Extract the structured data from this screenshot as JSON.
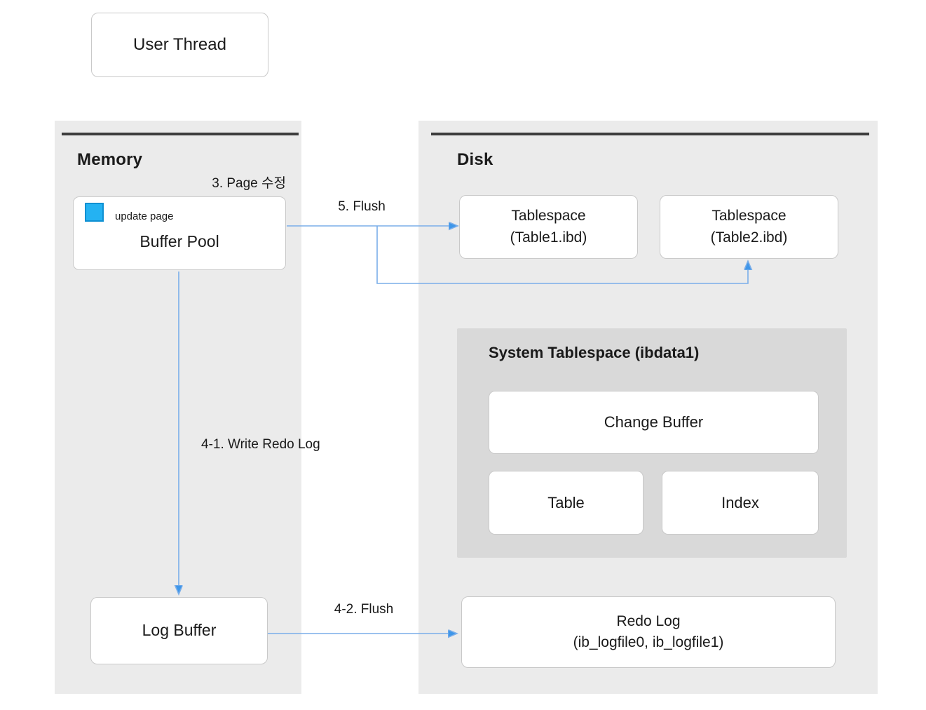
{
  "user_thread": {
    "label": "User Thread"
  },
  "memory": {
    "title": "Memory",
    "buffer_pool": {
      "tag": "update page",
      "label": "Buffer Pool"
    },
    "log_buffer": {
      "label": "Log Buffer"
    }
  },
  "disk": {
    "title": "Disk",
    "tablespace1": {
      "name": "Tablespace",
      "file": "(Table1.ibd)"
    },
    "tablespace2": {
      "name": "Tablespace",
      "file": "(Table2.ibd)"
    },
    "system_tablespace": {
      "title": "System Tablespace (ibdata1)",
      "change_buffer": "Change Buffer",
      "table": "Table",
      "index": "Index"
    },
    "redo_log": {
      "name": "Redo Log",
      "files": "(ib_logfile0, ib_logfile1)"
    }
  },
  "arrows": {
    "page_edit_label": "3. Page 수정",
    "flush_label": "5. Flush",
    "write_redo_log_label": "4-1. Write Redo Log",
    "flush_log_label": "4-2. Flush"
  },
  "colors": {
    "panel_gray": "#ebebeb",
    "panel_dark_gray": "#d9d9d9",
    "bar_dark": "#3d3d3d",
    "box_border": "#c9c9c9",
    "accent_blue": "#24b2f2",
    "accent_blue_border": "#0f90d2",
    "arrow_line": "#7aaee9",
    "arrow_head": "#3e96e9"
  }
}
